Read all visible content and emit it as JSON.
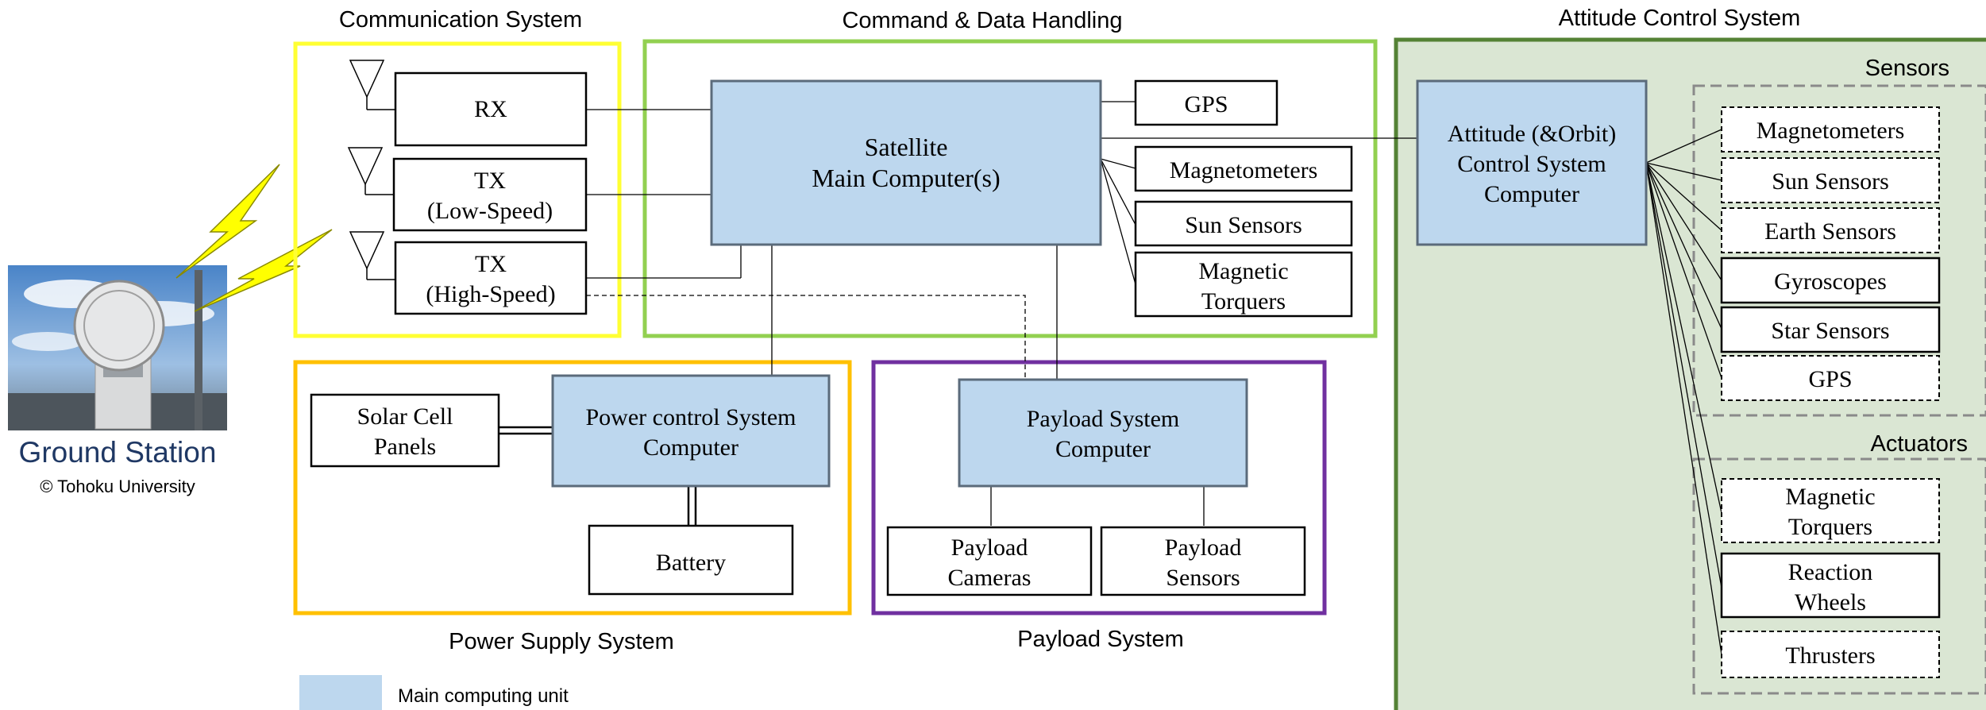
{
  "ground_station": {
    "label": "Ground Station",
    "credit": "© Tohoku University"
  },
  "groups": {
    "comm": "Communication System",
    "cdh": "Command & Data Handling",
    "acs": "Attitude Control System",
    "power": "Power Supply System",
    "payload": "Payload System",
    "sensors": "Sensors",
    "actuators": "Actuators"
  },
  "blocks": {
    "rx": "RX",
    "tx_low_1": "TX",
    "tx_low_2": "(Low-Speed)",
    "tx_high_1": "TX",
    "tx_high_2": "(High-Speed)",
    "main_1": "Satellite",
    "main_2": "Main Computer(s)",
    "gps": "GPS",
    "magnetometers": "Magnetometers",
    "sun_sensors": "Sun Sensors",
    "mag_torq_1": "Magnetic",
    "mag_torq_2": "Torquers",
    "acs_1": "Attitude (&Orbit)",
    "acs_2": "Control System",
    "acs_3": "Computer",
    "solar_1": "Solar Cell",
    "solar_2": "Panels",
    "pcs_1": "Power control System",
    "pcs_2": "Computer",
    "battery": "Battery",
    "pl_comp_1": "Payload System",
    "pl_comp_2": "Computer",
    "pl_cam_1": "Payload",
    "pl_cam_2": "Cameras",
    "pl_sen_1": "Payload",
    "pl_sen_2": "Sensors"
  },
  "sensor_items": [
    "Magnetometers",
    "Sun Sensors",
    "Earth Sensors",
    "Gyroscopes",
    "Star Sensors",
    "GPS"
  ],
  "actuator_items": [
    {
      "l1": "Magnetic",
      "l2": "Torquers"
    },
    {
      "l1": "Reaction",
      "l2": "Wheels"
    },
    {
      "l1": "Thrusters",
      "l2": ""
    }
  ],
  "legend": {
    "label": "Main computing unit"
  },
  "colors": {
    "comm": "#FFFF33",
    "cdh": "#92D050",
    "acs_border": "#548235",
    "acs_fill": "#DAE6D3",
    "power": "#FFC000",
    "payload": "#7030A0",
    "main_unit": "#BDD7EE",
    "main_unit_border": "#5B6B7B",
    "ground_label": "#1F3864",
    "bolt": "#FFFF00"
  }
}
